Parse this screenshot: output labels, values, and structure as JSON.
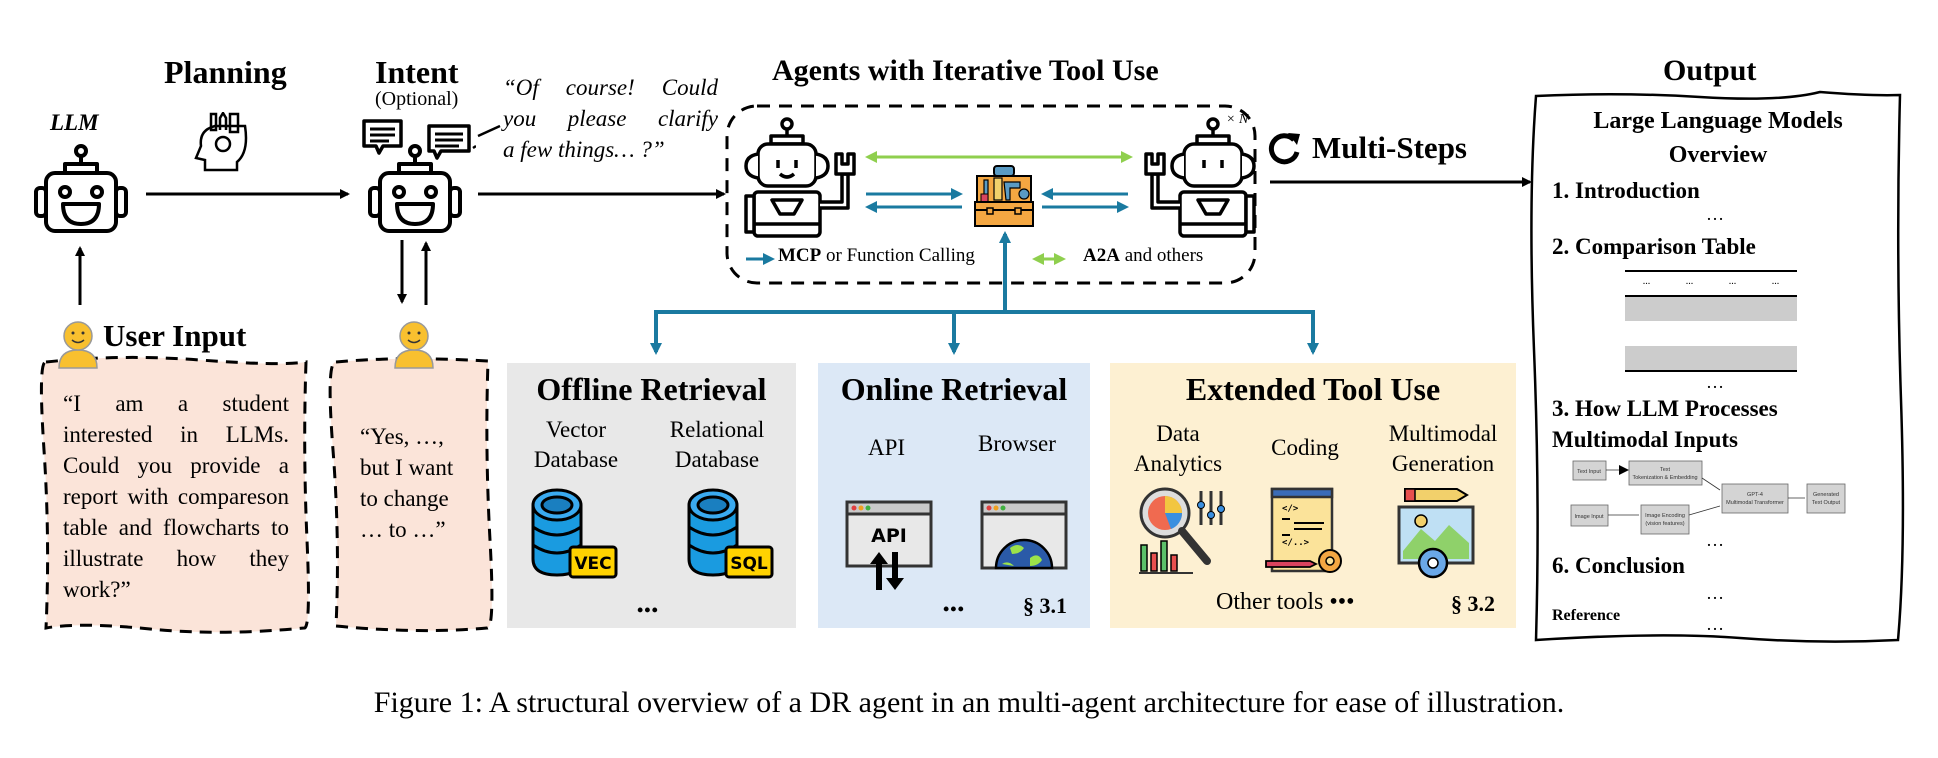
{
  "stages": {
    "llm_label": "LLM",
    "planning_title": "Planning",
    "intent_title": "Intent",
    "intent_subtitle": "(Optional)",
    "clarify_quote": [
      "“Of course! Could",
      "you please clarify",
      "a few things… ?”"
    ],
    "agents_title": "Agents with Iterative Tool Use",
    "multisteps_label": "Multi-Steps",
    "times_n": "× N",
    "output_title": "Output"
  },
  "legend": {
    "mcp_bold": "MCP",
    "mcp_rest": " or Function Calling",
    "a2a_bold": "A2A",
    "a2a_rest": " and others"
  },
  "user_input": {
    "title": "User Input",
    "text": "“I am a student interested in LLMs. Could you provide a report with compareson table and flowcharts to illustrate how they work?”"
  },
  "intent_reply": {
    "text": "“Yes, …, but I want to change … to …”"
  },
  "panels": {
    "offline": {
      "title": "Offline Retrieval",
      "items": [
        "Vector\nDatabase",
        "Relational\nDatabase"
      ],
      "badges": [
        "VEC",
        "SQL"
      ],
      "more": "•••"
    },
    "online": {
      "title": "Online Retrieval",
      "items": [
        "API",
        "Browser"
      ],
      "api_icon_text": "API",
      "more": "•••",
      "section": "§ 3.1"
    },
    "extended": {
      "title": "Extended Tool Use",
      "items": [
        "Data\nAnalytics",
        "Coding",
        "Multimodal\nGeneration"
      ],
      "other": "Other tools •••",
      "section": "§ 3.2"
    }
  },
  "document": {
    "title_line1": "Large Language Models",
    "title_line2": "Overview",
    "sections": [
      "1. Introduction",
      "2. Comparison Table",
      "3. How LLM Processes",
      "Multimodal Inputs",
      "6. Conclusion",
      "Reference"
    ],
    "ellipsis": "…",
    "table_header_cells": [
      "...",
      "...",
      "...",
      "..."
    ],
    "flowchart": {
      "text_input": "Text Input",
      "text_embed_1": "Text",
      "text_embed_2": "Tokenization & Embedding",
      "image_input": "Image Input",
      "image_enc_1": "Image Encoding",
      "image_enc_2": "(vision features)",
      "gpt_1": "GPT-4",
      "gpt_2": "Multimodal Transformer",
      "out_1": "Generated",
      "out_2": "Text Output"
    }
  },
  "caption": "Figure 1: A structural overview of a DR agent in an multi-agent architecture for ease of illustration.",
  "colors": {
    "mcp_arrow": "#1a7aa0",
    "a2a_arrow": "#8fcf4e",
    "user_box_bg": "#fbe4d9",
    "offline_bg": "#e8e8e8",
    "online_bg": "#dce8f6",
    "extended_bg": "#fdf0d2",
    "user_icon": "#f8c02f"
  }
}
